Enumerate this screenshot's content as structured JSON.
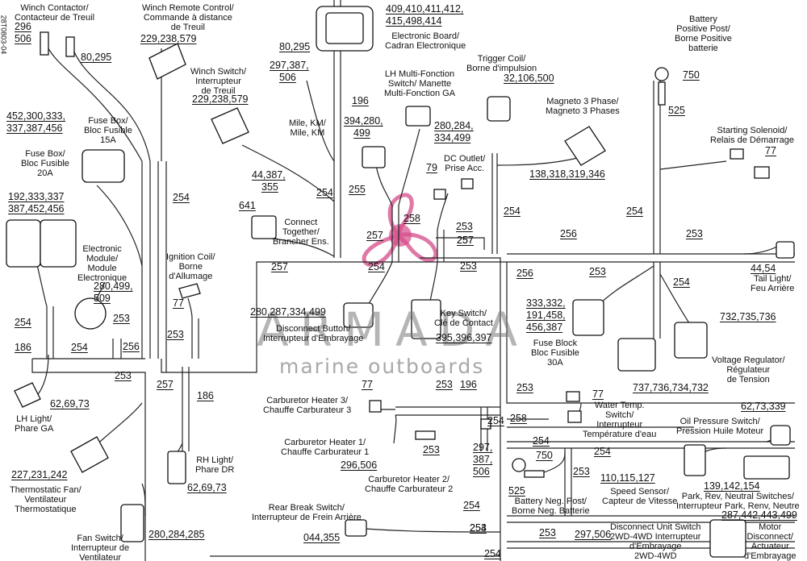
{
  "document": {
    "doc_id": "28T0803-04"
  },
  "watermark": {
    "title": "ARMADA",
    "subtitle": "marine outboards",
    "color": "#d64c8a"
  },
  "components": {
    "winch_contactor": "Winch Contactor/\nContacteur de Treuil",
    "winch_remote": "Winch Remote Control/\nCommande à distance\nde Treuil",
    "winch_switch": "Winch Switch/\nInterrupteur\nde Treuil",
    "fuse_box_15a": "Fuse Box/\nBloc Fusible\n15A",
    "fuse_box_20a": "Fuse Box/\nBloc Fusible\n20A",
    "electronic_module": "Electronic\nModule/\nModule\nElectronique",
    "ignition_coil": "Ignition Coil/\nBorne\nd'Allumage",
    "lh_light": "LH Light/\nPhare GA",
    "thermostatic_fan": "Thermostatic Fan/\nVentilateur\nThermostatique",
    "fan_switch": "Fan Switch/\nInterrupteur de\nVentilateur",
    "rh_light": "RH Light/\nPhare DR",
    "connect_together": "Connect\nTogether/\nBrancher Ens.",
    "mile_km": "Mile, KM/\nMile, KM",
    "electronic_board": "Electronic Board/\nCadran Electronique",
    "lh_multi": "LH Multi-Fonction\nSwitch/ Manette\nMulti-Fonction GA",
    "trigger_coil": "Trigger Coil/\nBorne d'impulsion",
    "magneto": "Magneto 3 Phase/\nMagneto 3 Phases",
    "dc_outlet": "DC Outlet/\nPrise Acc.",
    "battery_pos": "Battery\nPositive Post/\nBorne Positive\nbatterie",
    "starting_solenoid": "Starting Solenoid/\nRelais de Démarrage",
    "tail_light": "Tail Light/\nFeu Arrière",
    "disconnect_button": "Disconnect Button/\nInterrupteur d'Embrayage",
    "key_switch": "Key Switch/\nClé de Contact",
    "fuse_block_30a": "Fuse Block\nBloc Fusible\n30A",
    "voltage_regulator": "Voltage Regulator/\nRégulateur\nde Tension",
    "carb_heater_3": "Carburetor Heater 3/\nChauffe Carburateur 3",
    "carb_heater_1": "Carburetor Heater 1/\nChauffe Carburateur 1",
    "carb_heater_2": "Carburetor Heater 2/\nChauffe Carburateur 2",
    "water_temp": "Water Temp.\nSwitch/\nInterrupteur\nTempérature d'eau",
    "oil_pressure": "Oil Pressure Switch/\nPression Huile Moteur",
    "battery_neg": "Battery Neg. Post/\nBorne Neg. Batterie",
    "speed_sensor": "Speed Sensor/\nCapteur de Vitesse",
    "park_switches": "Park, Rev, Neutral Switches/\nInterrupteur Park, Renv, Neutre",
    "rear_brake": "Rear Break Switch/\nInterrupteur de Frein Arrière",
    "disconnect_unit": "Disconnect Unit Switch\n2WD-4WD Interrupteur\nd'Embrayage\n2WD-4WD",
    "motor_disconnect": "Motor\nDisconnect/\nActuateur\nd'Embrayage"
  },
  "part_numbers": {
    "winch_contactor_a": "296",
    "winch_contactor_b": "506",
    "winch_contactor_c": "80,295",
    "winch_remote": "229,238,579",
    "winch_switch": "229,238,579",
    "fuse15_a": "452,300,333,",
    "fuse15_b": "337,387,456",
    "fuse20_a": "192,333,337",
    "fuse20_b": "387,452,456",
    "emodule_a": "280,499,",
    "emodule_b": "509",
    "ignition": "77",
    "lh_light": "62,69,73",
    "thermo_fan": "227,231,242",
    "fan_switch": "280,284,285",
    "rh_light": "62,69,73",
    "connect_a": "44,387,",
    "connect_b": "355",
    "connect_c": "641",
    "mile_a": "80,295",
    "mile_b": "297,387,",
    "mile_c": "506",
    "mile_d": "196",
    "eboard_a": "409,410,411,412,",
    "eboard_b": "415,498,414",
    "lh_multi_a": "394,280,",
    "lh_multi_b": "499",
    "lh_multi_c": "280,284,",
    "lh_multi_d": "334,499",
    "trigger": "32,106,500",
    "magneto": "138,318,319,346",
    "dc_outlet": "79",
    "battery_pos_a": "750",
    "battery_pos_b": "525",
    "solenoid": "77",
    "tail_light": "44,54",
    "disconnect_btn": "280,287,334,499",
    "key_switch": "395,396,397",
    "fuse30_a": "333,332,",
    "fuse30_b": "191,458,",
    "fuse30_c": "456,387",
    "vreg_a": "732,735,736",
    "vreg_b": "737,736,734,732",
    "carb3": "77",
    "carb1": "296,506",
    "carb_top": "196",
    "carb2_a": "297,",
    "carb2_b": "387,",
    "carb2_c": "506",
    "water_temp": "77",
    "oil": "62,73,339",
    "bat_neg_a": "750",
    "bat_neg_b": "525",
    "speed": "110,115,127",
    "park": "139,142,154",
    "rear_brake": "044,355",
    "disc_unit": "297,506",
    "motor_disc": "287,442,443,499"
  },
  "harness_labels": [
    "254",
    "254",
    "254",
    "254",
    "254",
    "254",
    "254",
    "254",
    "254",
    "254",
    "254",
    "254",
    "254",
    "254",
    "253",
    "253",
    "253",
    "253",
    "253",
    "253",
    "253",
    "253",
    "253",
    "253",
    "253",
    "253",
    "253",
    "186",
    "186",
    "256",
    "256",
    "256",
    "257",
    "257",
    "257",
    "257",
    "255",
    "258",
    "258",
    "257"
  ]
}
